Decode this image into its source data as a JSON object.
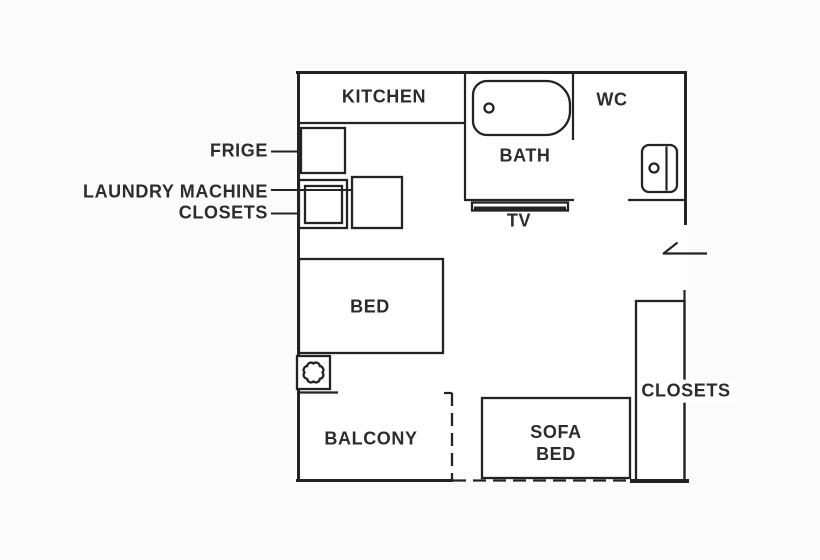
{
  "page": {
    "background": "#fbfbfb"
  },
  "colors": {
    "line": "#222326",
    "text": "#2c2c2e",
    "plan_fill": "#ffffff"
  },
  "plan": {
    "rooms": {
      "kitchen": "KITCHEN",
      "wc": "WC",
      "bath": "BATH",
      "tv": "TV",
      "bed": "BED",
      "balcony": "BALCONY",
      "sofa_bed_line1": "SOFA",
      "sofa_bed_line2": "BED",
      "closets": "CLOSETS"
    },
    "callouts": {
      "frige": "FRIGE",
      "laundry_machine": "LAUNDRY MACHINE",
      "closets": "CLOSETS"
    },
    "icons": {
      "bathtub": "bathtub-icon",
      "toilet": "toilet-icon",
      "plant": "plant-icon",
      "door_swing": "door-swing-icon",
      "tv": "tv-icon"
    }
  }
}
